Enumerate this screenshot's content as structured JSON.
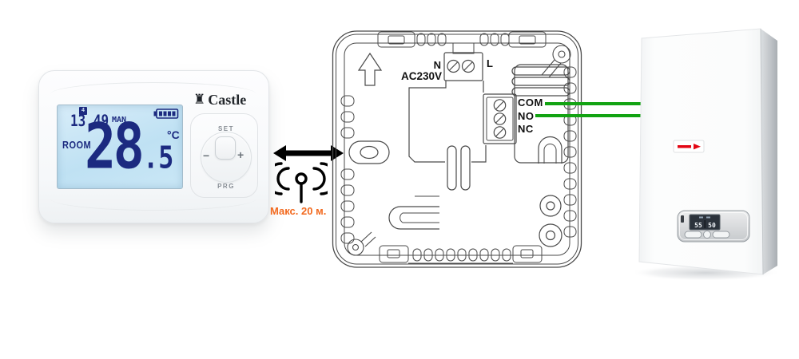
{
  "thermostat": {
    "brand": "Castle",
    "lcd": {
      "day": "4",
      "time": "13 49",
      "mode": "MAN",
      "room_label": "ROOM",
      "temp_integer": "28",
      "temp_decimal": ".5",
      "degree_unit": "°C"
    },
    "buttons": {
      "set": "SET",
      "prg": "PRG",
      "minus": "−",
      "plus": "+"
    }
  },
  "wireless": {
    "range_label": "Макс. 20 м."
  },
  "receiver": {
    "power_label": "AC230V",
    "neutral_label": "N",
    "line_label": "L",
    "relay_labels": {
      "com": "COM",
      "no": "NO",
      "nc": "NC"
    }
  },
  "boiler": {
    "display_left": "55",
    "display_right": "50"
  },
  "colors": {
    "wire_green": "#12a312",
    "range_orange": "#f2691e",
    "lcd_navy": "#1c2a80",
    "logo_red": "#e30613"
  }
}
